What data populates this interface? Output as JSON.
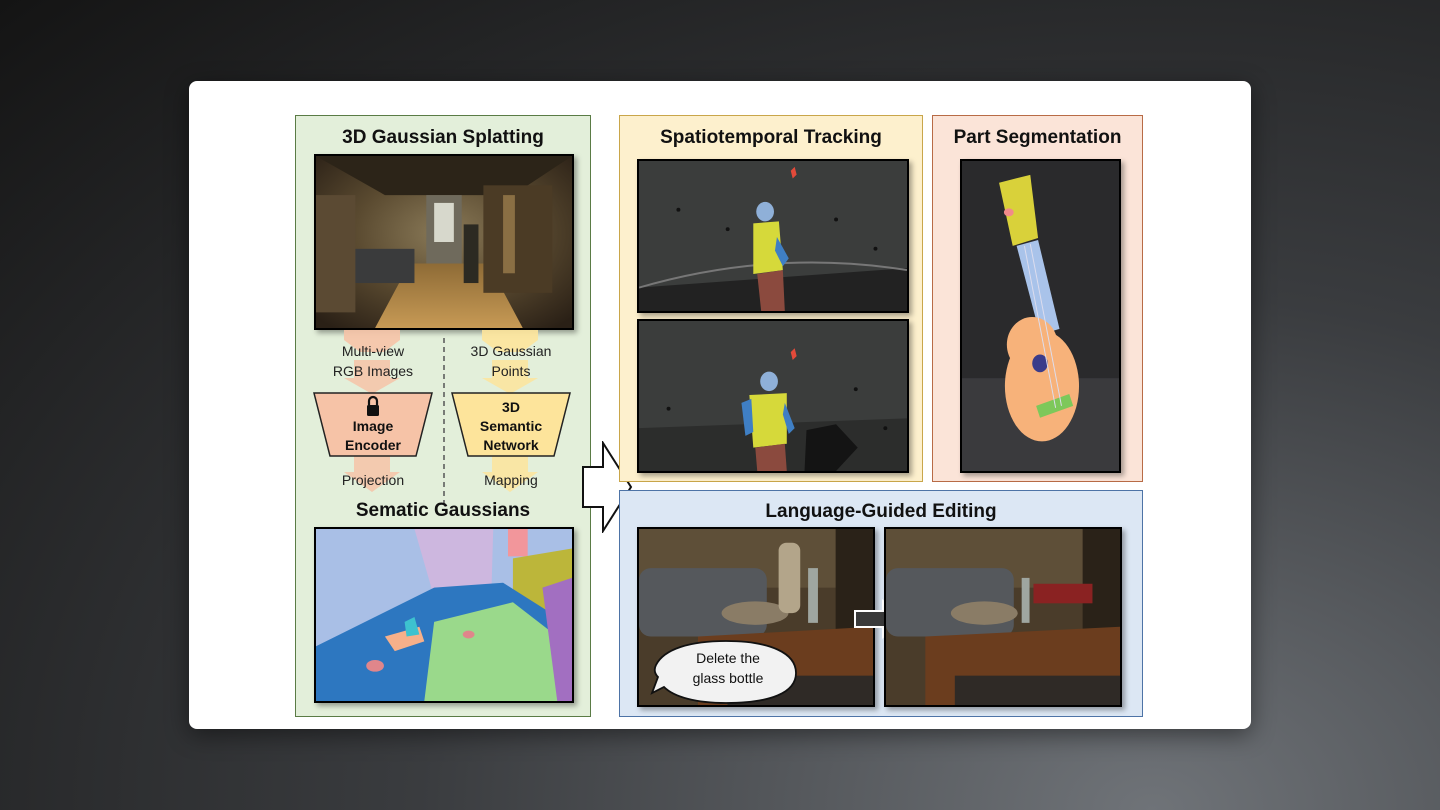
{
  "panels": {
    "splatting": {
      "title": "3D Gaussian Splatting",
      "left_input": "Multi-view\nRGB Images",
      "right_input": "3D Gaussian\nPoints",
      "encoder": "Image\nEncoder",
      "network": "3D\nSemantic\nNetwork",
      "left_output": "Projection",
      "right_output": "Mapping",
      "result": "Sematic Gaussians"
    },
    "tracking": {
      "title": "Spatiotemporal Tracking"
    },
    "segmentation": {
      "title": "Part Segmentation"
    },
    "editing": {
      "title": "Language-Guided Editing",
      "bubble": "Delete the\nglass bottle"
    }
  },
  "colors": {
    "splatting_bg": "#e3efda",
    "splatting_border": "#5a7b45",
    "tracking_bg": "#fdf0cd",
    "tracking_border": "#c9a64a",
    "segmentation_bg": "#fbe4d8",
    "segmentation_border": "#b86b46",
    "editing_bg": "#dce7f4",
    "editing_border": "#4d73a6",
    "encoder_fill": "#f6c3a7",
    "network_fill": "#fde49b"
  },
  "icons": [
    "lock-icon",
    "big-right-arrow-icon",
    "small-right-arrow-icon"
  ]
}
